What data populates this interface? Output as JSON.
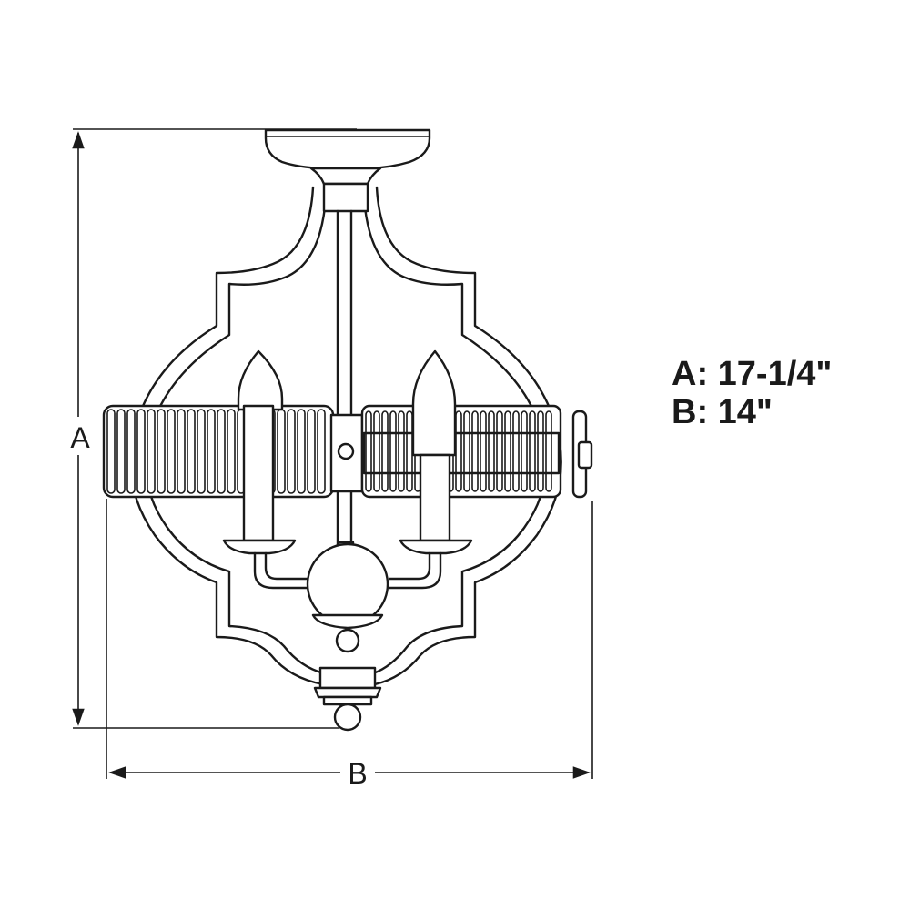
{
  "dimension_labels": {
    "height": "A",
    "width": "B"
  },
  "specs": [
    {
      "text": "A: 17-1/4\""
    },
    {
      "text": "B: 14\""
    }
  ],
  "colors": {
    "ink": "#1a1a1a",
    "background": "#ffffff"
  },
  "icons": [
    "ceiling-canopy-icon",
    "candle-bulb-icon",
    "frame-icon",
    "arrow-icon"
  ]
}
